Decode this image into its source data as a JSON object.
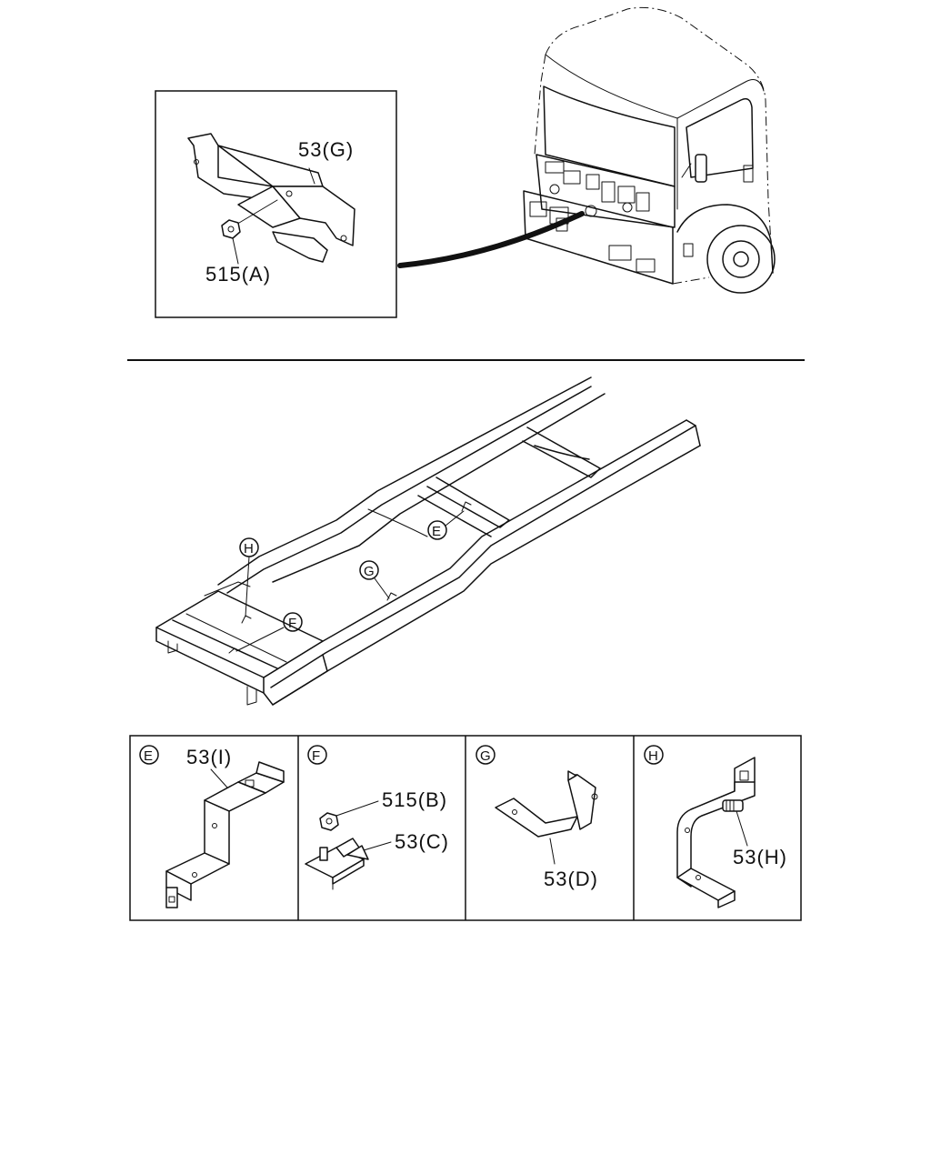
{
  "top_detail": {
    "part_bracket": "53(G)",
    "part_nut": "515(A)"
  },
  "frame_markers": {
    "E": "E",
    "F": "F",
    "G": "G",
    "H": "H"
  },
  "panels": [
    {
      "marker": "E",
      "parts": [
        "53(I)"
      ]
    },
    {
      "marker": "F",
      "parts": [
        "515(B)",
        "53(C)"
      ]
    },
    {
      "marker": "G",
      "parts": [
        "53(D)"
      ]
    },
    {
      "marker": "H",
      "parts": [
        "53(H)"
      ]
    }
  ]
}
